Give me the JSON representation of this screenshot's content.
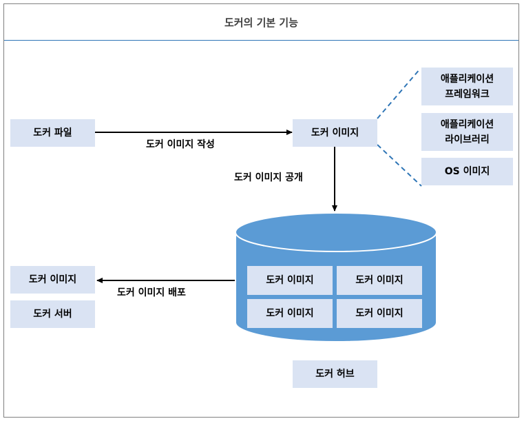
{
  "title": "도커의 기본 기능",
  "nodes": {
    "docker_file": "도커 파일",
    "docker_image_center": "도커 이미지",
    "app_framework_line1": "애플리케이션",
    "app_framework_line2": "프레임워크",
    "app_library_line1": "애플리케이션",
    "app_library_line2": "라이브러리",
    "os_image": "OS 이미지",
    "docker_image_left": "도커 이미지",
    "docker_server": "도커 서버",
    "hub_image_1": "도커 이미지",
    "hub_image_2": "도커 이미지",
    "hub_image_3": "도커 이미지",
    "hub_image_4": "도커 이미지",
    "docker_hub": "도커 허브"
  },
  "edges": {
    "build": "도커 이미지 작성",
    "publish": "도커 이미지 공개",
    "deploy": "도커 이미지 배포"
  },
  "colors": {
    "box_fill": "#dae3f3",
    "cylinder_fill": "#5b9bd5",
    "cylinder_edge": "#ffffff",
    "dash_line": "#2e75b6",
    "title_rule": "#2e75b6"
  }
}
